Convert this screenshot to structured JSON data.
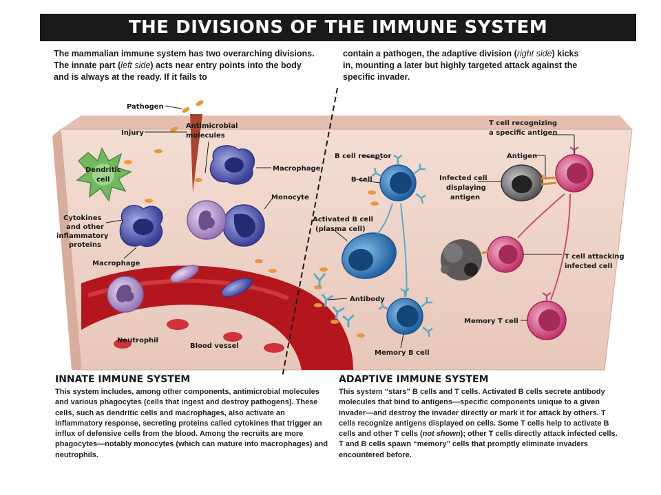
{
  "title": "THE DIVISIONS OF THE IMMUNE SYSTEM",
  "intro": {
    "left": {
      "before": "The mammalian immune system has two overarching divisions. The innate part (",
      "em": "left side",
      "after": ") acts near entry points into the body and is always at the ready. If it fails to"
    },
    "right": {
      "before": "contain a pathogen, the adaptive division (",
      "em": "right side",
      "after": ") kicks in, mounting a later but highly targeted attack against the specific invader."
    }
  },
  "labels": {
    "pathogen": "Pathogen",
    "injury": "Injury",
    "antimicrobial_1": "Antimicrobial",
    "antimicrobial_2": "molecules",
    "dendritic_1": "Dendritic",
    "dendritic_2": "cell",
    "macrophage_top": "Macrophage",
    "monocyte": "Monocyte",
    "cytokines_1": "Cytokines",
    "cytokines_2": "and other",
    "cytokines_3": "inflammatory",
    "cytokines_4": "proteins",
    "macrophage_left": "Macrophage",
    "neutrophil": "Neutrophil",
    "blood_vessel": "Blood vessel",
    "b_cell_receptor": "B cell receptor",
    "b_cell": "B cell",
    "activated_b_1": "Activated B cell",
    "activated_b_2": "(plasma cell)",
    "antibody": "Antibody",
    "memory_b": "Memory B cell",
    "t_recog_1": "T cell recognizing",
    "t_recog_2": "a specific antigen",
    "antigen": "Antigen",
    "infected_1": "Infected cell",
    "infected_2": "displaying",
    "infected_3": "antigen",
    "t_attack_1": "T cell attacking",
    "t_attack_2": "infected cell",
    "memory_t": "Memory T cell"
  },
  "innate": {
    "heading": "INNATE IMMUNE SYSTEM",
    "body": "This system includes, among other components, antimicrobial molecules and various phagocytes (cells that ingest and destroy pathogens). These cells, such as dendritic cells and macrophages, also activate an inflammatory response, secreting proteins called cytokines that trigger an influx of defensive cells from the blood. Among the recruits are more phagocytes—notably monocytes (which can mature into macrophages) and neutrophils."
  },
  "adaptive": {
    "heading": "ADAPTIVE IMMUNE SYSTEM",
    "p1": "This system “stars” B cells and T cells. Activated B cells secrete antibody molecules that bind to antigens—specific components unique to a given invader—and destroy the invader directly or mark it for attack by others. T cells recognize antigens displayed on cells. Some T cells help to activate B cells and other T cells (",
    "em": "not shown",
    "p2": "); other T cells directly attack infected cells. T and B cells spawn “memory” cells that promptly eliminate invaders encountered before."
  },
  "colors": {
    "tissue": "#efd6cc",
    "vessel": "#b3171d",
    "b_cell": "#2f6fb0",
    "t_cell": "#d6457a",
    "macrophage": "#4a4fa8",
    "dendritic": "#6cb25b",
    "neutrophil": "#9a78b8"
  }
}
